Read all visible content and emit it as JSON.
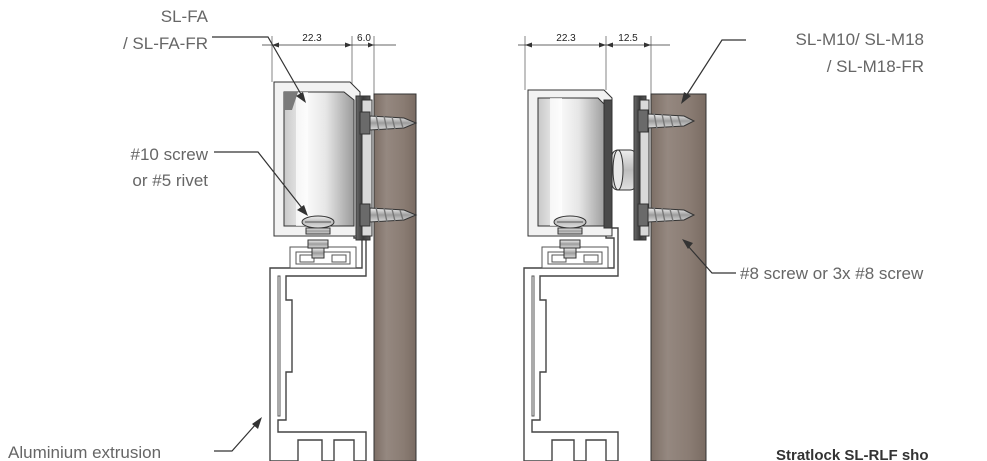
{
  "labels": {
    "left_model": [
      "SL-FA",
      "/ SL-FA-FR"
    ],
    "left_fastener": [
      "#10 screw",
      "or #5 rivet"
    ],
    "right_model": [
      "SL-M10/ SL-M18",
      "/ SL-M18-FR"
    ],
    "right_fastener": "#8 screw or 3x #8 screw",
    "extrusion": "Aluminium extrusion",
    "caption": "Stratlock SL-RLF sho"
  },
  "dimensions": {
    "left_width": "22.3",
    "left_gap": "6.0",
    "right_width": "22.3",
    "right_gap": "12.5"
  },
  "colors": {
    "wood": "#8e8078",
    "line": "#333333",
    "text": "#666666"
  }
}
